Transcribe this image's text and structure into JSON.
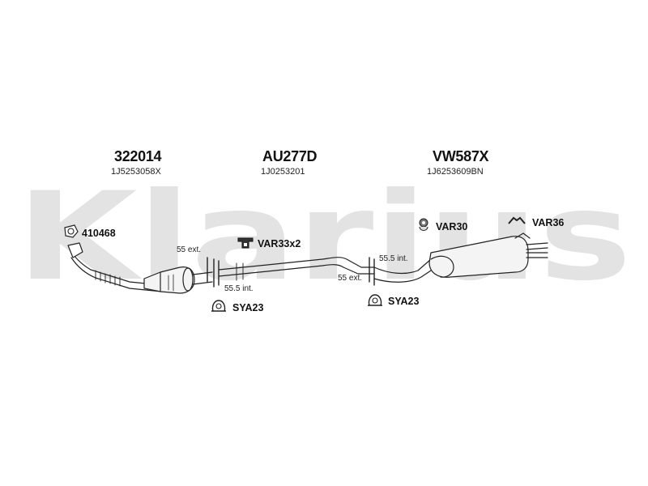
{
  "watermark": {
    "text": "Klarius",
    "color": "#e3e3e3"
  },
  "parts": [
    {
      "part_no": "322014",
      "oem": "1J5253058X"
    },
    {
      "part_no": "AU277D",
      "oem": "1J0253201"
    },
    {
      "part_no": "VW587X",
      "oem": "1J6253609BN"
    }
  ],
  "accessories": {
    "gasket_front": "410468",
    "mount_mid": "VAR33x2",
    "clamp_left": "SYA23",
    "clamp_right": "SYA23",
    "hanger_rear_a": "VAR30",
    "hanger_rear_b": "VAR36"
  },
  "notes": {
    "left_top": "55 ext.",
    "left_bottom": "55.5 int.",
    "right_top": "55.5 int.",
    "right_bottom": "55 ext."
  },
  "colors": {
    "line": "#222222",
    "muffler_fill": "#f4f4f4",
    "watermark": "#e3e3e3"
  }
}
